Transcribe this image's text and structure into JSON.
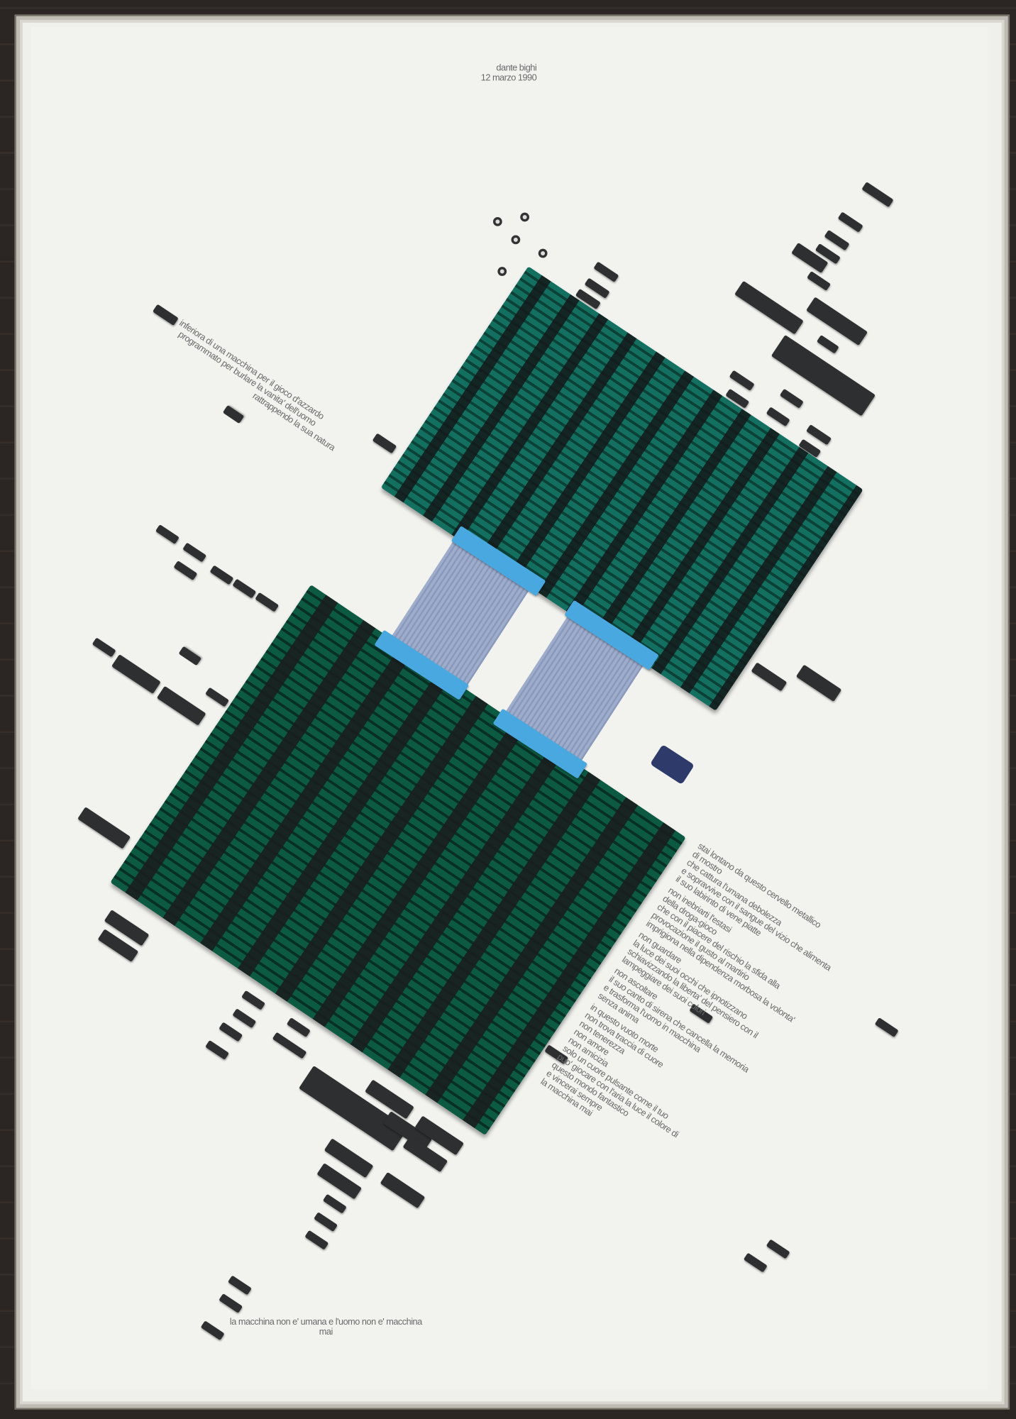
{
  "header": {
    "author": "dante bighi",
    "date": "12 marzo 1990"
  },
  "left_text": [
    "inferiora di una macchina per il gioco d'azzardo",
    "programmato per burlare la vanita' dell'uomo",
    "rattrappendo la sua natura"
  ],
  "poem": [
    "stai lontano da questo cervello metallico",
    "di mostro",
    "che cattura l'umana debolezza",
    "e sopravvive con il sangue del vizio che alimenta",
    "il suo labirinto di vene piatte",
    "",
    "non inebriarti l'estasi",
    "della droga-gioco",
    "che con il piacere del rischio la sfida alla",
    "provocazione il gusto al martirio",
    "imprigiona nella dipendenza morbosa la volonta'",
    "",
    "non guardare",
    "la luce dei suoi occhi che ipnotizzano",
    "schiavizzando la liberta' del pensiero con il",
    "lampeggiare dei suoi colori",
    "",
    "non ascoltare",
    "il suo canto di sirena che cancella la memoria",
    "e trasforma l'uomo in macchina",
    "senza anima",
    "",
    "in questo vuoto morte",
    "non trova traccia di cuore",
    "non tenerezza",
    "non amore",
    "non amicizia",
    "solo un cuore pulsante come il tuo",
    "puo' giocare con l'aria la luce il colore di",
    "questo mondo fantastico",
    "e vincerai sempre",
    "la macchina mai"
  ],
  "footer": {
    "line1": "la macchina non e' umana e l'uomo non e' macchina",
    "line2": "mai"
  },
  "colors": {
    "pcb_top": "#137060",
    "pcb_bottom": "#0d5a43",
    "ribbon": "#8f9fc2",
    "connector": "#4aa8e0"
  }
}
